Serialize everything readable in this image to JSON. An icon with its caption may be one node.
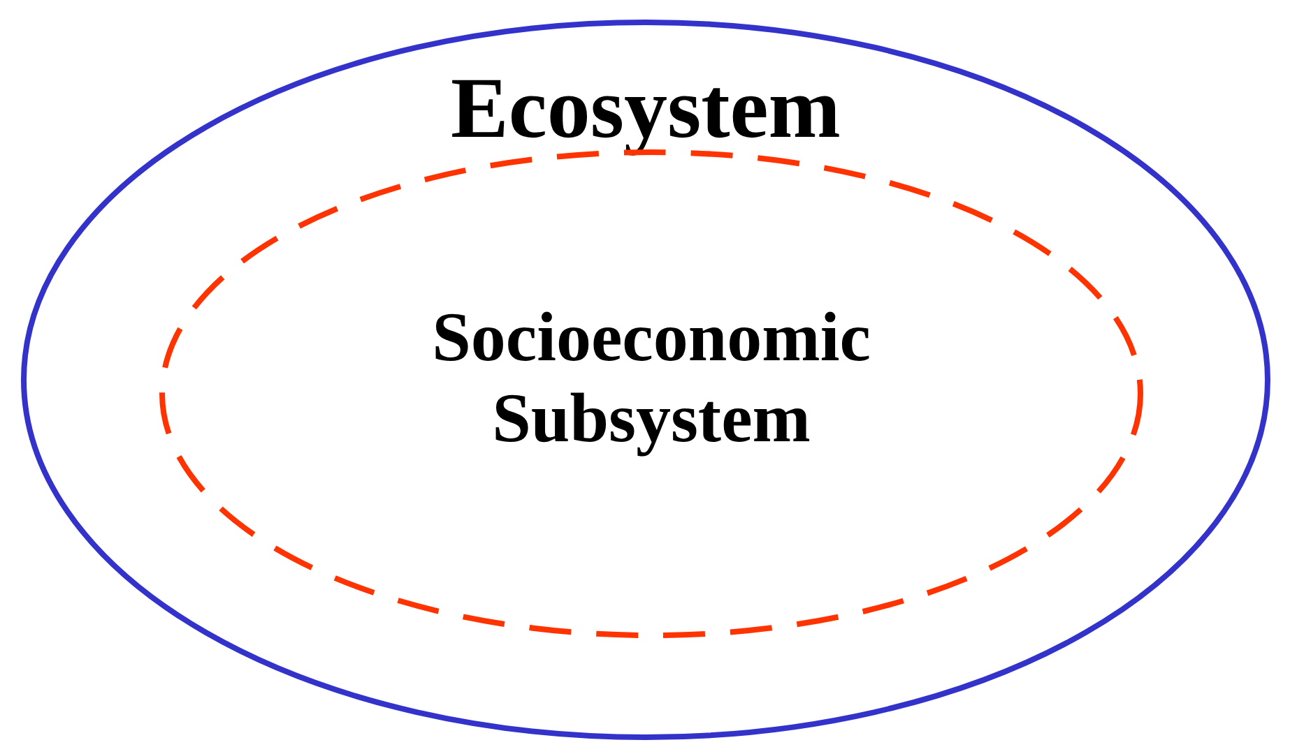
{
  "diagram": {
    "nodes": [
      {
        "text": [
          "Ecosystem"
        ]
      },
      {
        "text": [
          "Socioeconomic Subsystem"
        ],
        "in": 0
      }
    ]
  }
}
